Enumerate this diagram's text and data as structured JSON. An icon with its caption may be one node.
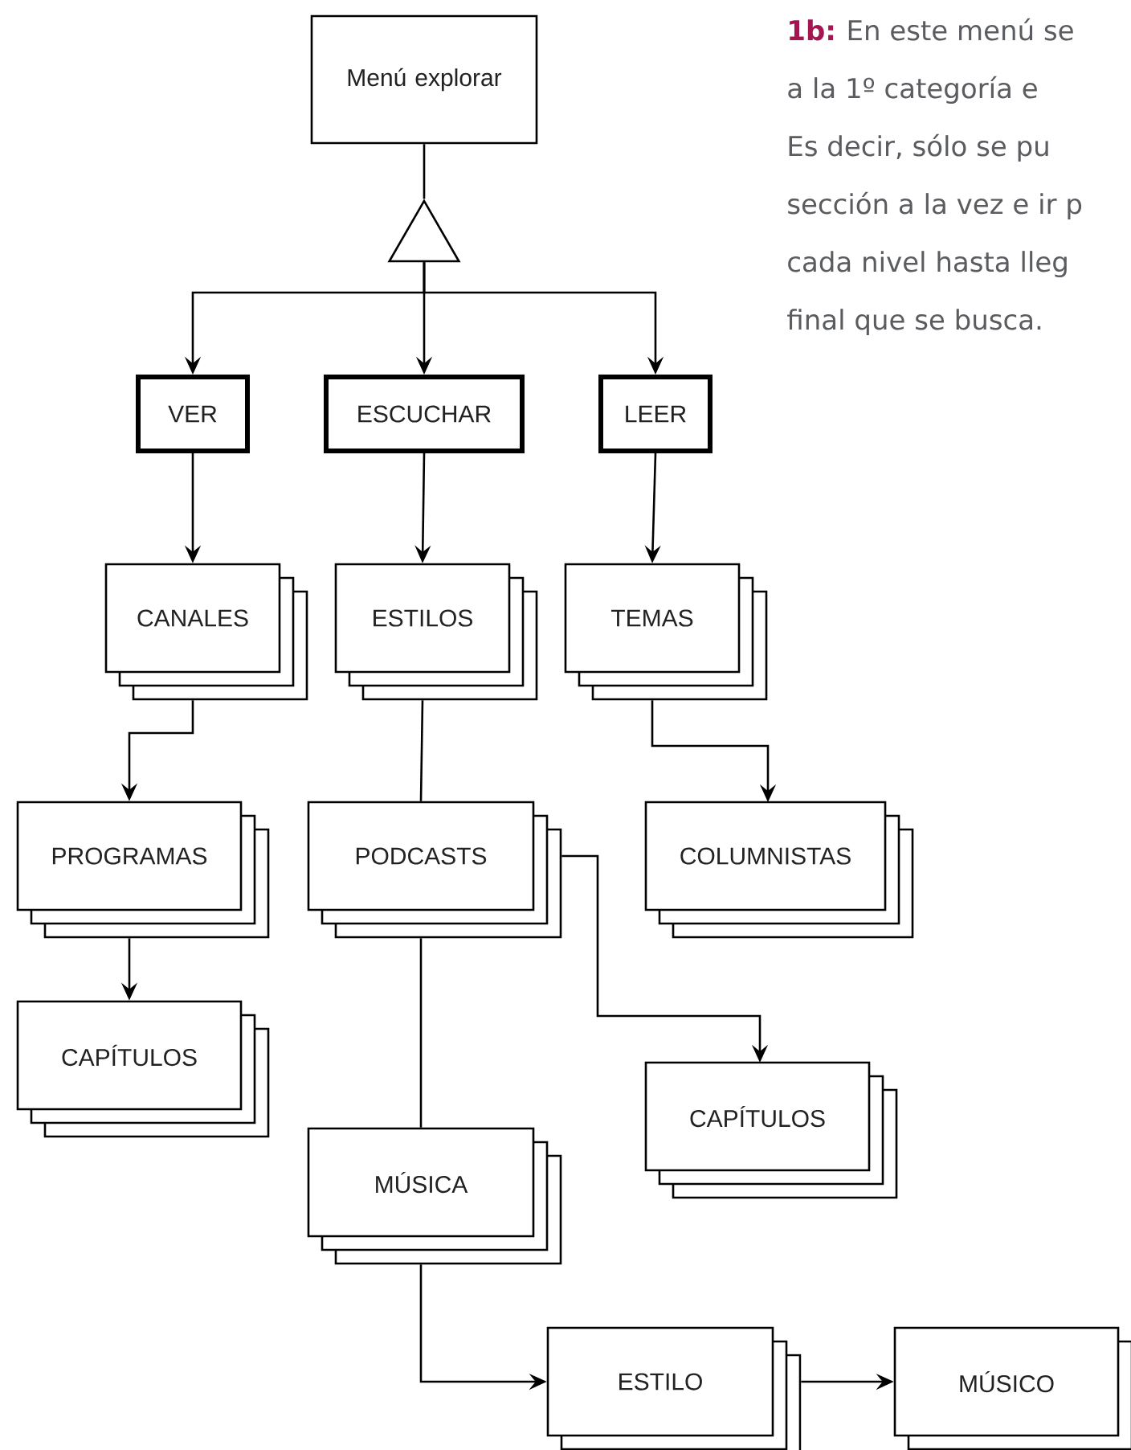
{
  "diagram": {
    "nodes": [
      {
        "text": [
          "Menú explorar"
        ]
      },
      {
        "text": [],
        "shape": "triangle"
      },
      {
        "text": [
          "VER"
        ]
      },
      {
        "text": [
          "ESCUCHAR"
        ]
      },
      {
        "text": [
          "LEER"
        ]
      },
      {
        "text": [
          "CANALES"
        ]
      },
      {
        "text": [
          "ESTILOS"
        ]
      },
      {
        "text": [
          "TEMAS"
        ]
      },
      {
        "text": [
          "PROGRAMAS"
        ]
      },
      {
        "text": [
          "PODCASTS"
        ]
      },
      {
        "text": [
          "COLUMNISTAS"
        ]
      },
      {
        "text": [
          "CAPÍTULOS"
        ]
      },
      {
        "text": [
          "CAPÍTULOS"
        ]
      },
      {
        "text": [
          "MÚSICA"
        ]
      },
      {
        "text": [
          "ESTILO"
        ]
      },
      {
        "text": [
          "MÚSICO"
        ]
      }
    ],
    "edges": [
      {
        "from": 0,
        "to": 1,
        "arrow": "none"
      },
      {
        "from": 1,
        "to": 2,
        "arrow": "to"
      },
      {
        "from": 1,
        "to": 3,
        "arrow": "to"
      },
      {
        "from": 1,
        "to": 4,
        "arrow": "to"
      },
      {
        "from": 2,
        "to": 5,
        "arrow": "to"
      },
      {
        "from": 3,
        "to": 6,
        "arrow": "to"
      },
      {
        "from": 4,
        "to": 7,
        "arrow": "to"
      },
      {
        "from": 5,
        "to": 8,
        "arrow": "to"
      },
      {
        "from": 6,
        "to": 9,
        "arrow": "none"
      },
      {
        "from": 7,
        "to": 10,
        "arrow": "to"
      },
      {
        "from": 8,
        "to": 11,
        "arrow": "to"
      },
      {
        "from": 9,
        "to": 12,
        "arrow": "to"
      },
      {
        "from": 9,
        "to": 13,
        "arrow": "none"
      },
      {
        "from": 13,
        "to": 14,
        "arrow": "to"
      },
      {
        "from": 14,
        "to": 15,
        "arrow": "to"
      }
    ],
    "labels": [
      "1b:",
      "En este menú se",
      "a la 1º categoría e",
      "Es decir, sólo se pu",
      "sección a la vez e ir p",
      "cada nivel hasta lleg",
      "final que se busca."
    ]
  }
}
